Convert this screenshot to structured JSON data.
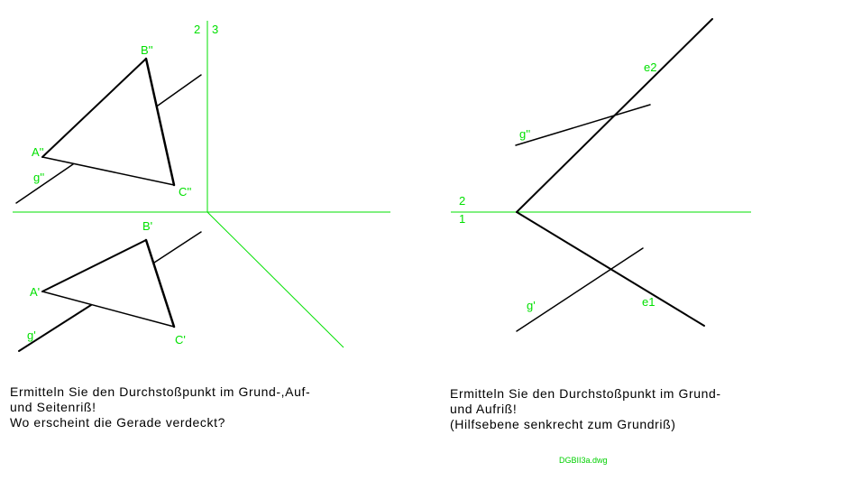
{
  "left": {
    "axis_labels": [
      "2",
      "3"
    ],
    "points": {
      "B2": "B''",
      "A2": "A''",
      "C2": "C''",
      "g2": "g''",
      "B1": "B'",
      "A1": "A'",
      "C1": "C'",
      "g1": "g'"
    },
    "task": [
      "Ermitteln Sie den Durchstoßpunkt im Grund-,Auf-",
      "und Seitenriß!",
      "Wo erscheint die Gerade verdeckt?"
    ]
  },
  "right": {
    "axis_labels": [
      "2",
      "1"
    ],
    "labels": {
      "g2": "g''",
      "e2": "e2",
      "g1": "g'",
      "e1": "e1"
    },
    "task": [
      "Ermitteln Sie den Durchstoßpunkt im Grund-",
      "und Aufriß!",
      "(Hilfsebene senkrecht zum Grundriß)"
    ]
  },
  "footer": "DGBII3a.dwg",
  "colors": {
    "line": "#000000",
    "axis": "#00e000"
  }
}
